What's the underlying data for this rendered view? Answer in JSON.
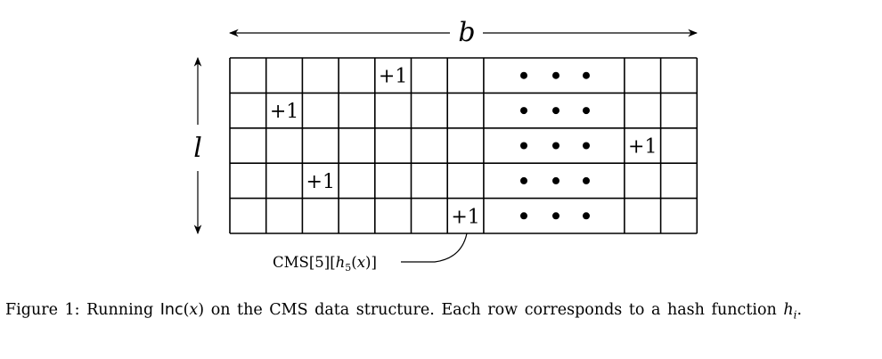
{
  "diagram": {
    "width_label": "b",
    "height_label": "l",
    "increment_label": "+1",
    "ellipsis": "• • •",
    "pointer_label": "CMS[5][h₅(x)]",
    "rows": 5,
    "increments": [
      {
        "row": 1,
        "col": 5
      },
      {
        "row": 2,
        "col": 2
      },
      {
        "row": 3,
        "col": 12
      },
      {
        "row": 4,
        "col": 3
      },
      {
        "row": 5,
        "col": 7
      }
    ]
  },
  "caption": {
    "prefix": "Figure 1: Running ",
    "func": "Inc",
    "arg": "(x)",
    "middle": " on the CMS data structure. Each row corresponds to a hash function ",
    "hash": "h",
    "hash_sub": "i",
    "suffix": "."
  }
}
